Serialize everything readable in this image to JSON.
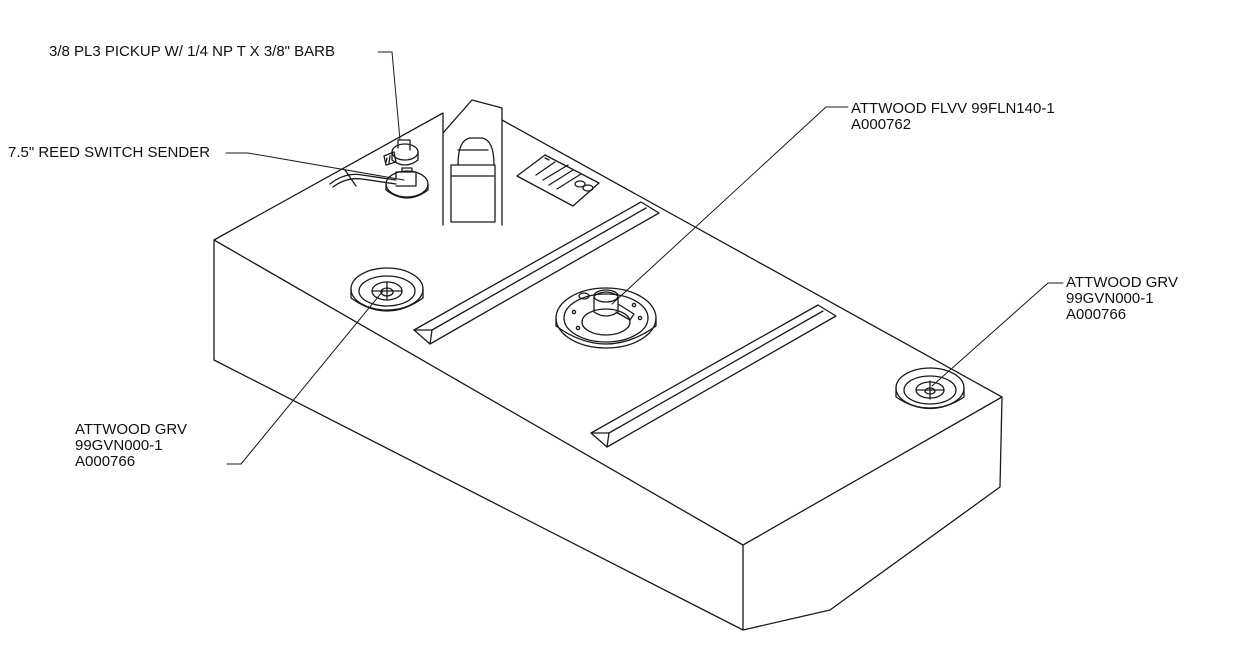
{
  "callouts": {
    "pickup": {
      "line1": "3/8 PL3 PICKUP W/ 1/4 NP T X 3/8\" BARB"
    },
    "sender": {
      "line1": "7.5\" REED SWITCH SENDER"
    },
    "flvv": {
      "line1": "ATTWOOD FLVV 99FLN140-1",
      "line2": "A000762"
    },
    "grv_right": {
      "line1": "ATTWOOD GRV",
      "line2": "99GVN000-1",
      "line3": "A000766"
    },
    "grv_left": {
      "line1": "ATTWOOD GRV",
      "line2": "99GVN000-1",
      "line3": "A000766"
    }
  },
  "colors": {
    "line": "#1a1a1a",
    "background": "#ffffff"
  }
}
